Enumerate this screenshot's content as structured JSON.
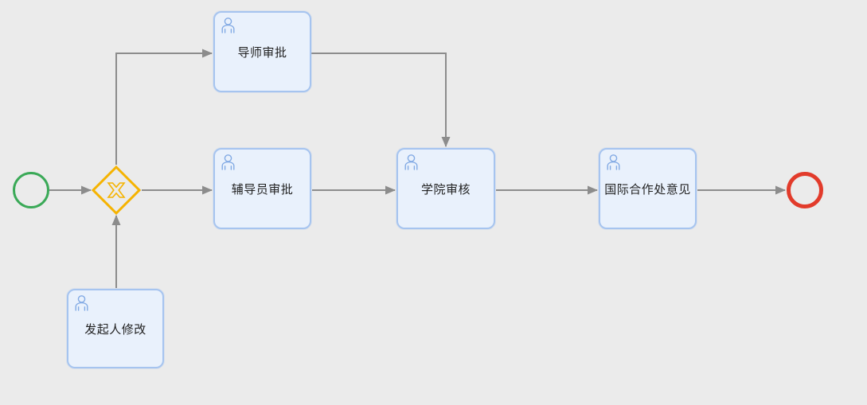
{
  "diagram": {
    "type": "bpmn-workflow",
    "background_color": "#ebebeb",
    "colors": {
      "start_event_stroke": "#3aa957",
      "end_event_stroke": "#e23b2b",
      "gateway_stroke": "#f5b301",
      "task_fill": "#e9f1fc",
      "task_border": "#a6c4ef",
      "task_text": "#222222",
      "user_icon_stroke": "#82aae4",
      "connector_stroke": "#8c8c8c"
    },
    "nodes": {
      "start": {
        "type": "start-event",
        "label": ""
      },
      "gateway": {
        "type": "exclusive-gateway",
        "marker": "X"
      },
      "tutor": {
        "type": "user-task",
        "label": "导师审批"
      },
      "counselor": {
        "type": "user-task",
        "label": "辅导员审批"
      },
      "college": {
        "type": "user-task",
        "label": "学院审核"
      },
      "intl": {
        "type": "user-task",
        "label": "国际合作处意见"
      },
      "initiator": {
        "type": "user-task",
        "label": "发起人修改"
      },
      "end": {
        "type": "end-event",
        "label": ""
      }
    },
    "flows": [
      {
        "from": "start",
        "to": "gateway"
      },
      {
        "from": "gateway",
        "to": "tutor"
      },
      {
        "from": "gateway",
        "to": "counselor"
      },
      {
        "from": "initiator",
        "to": "gateway"
      },
      {
        "from": "tutor",
        "to": "college"
      },
      {
        "from": "counselor",
        "to": "college"
      },
      {
        "from": "college",
        "to": "intl"
      },
      {
        "from": "intl",
        "to": "end"
      }
    ]
  }
}
